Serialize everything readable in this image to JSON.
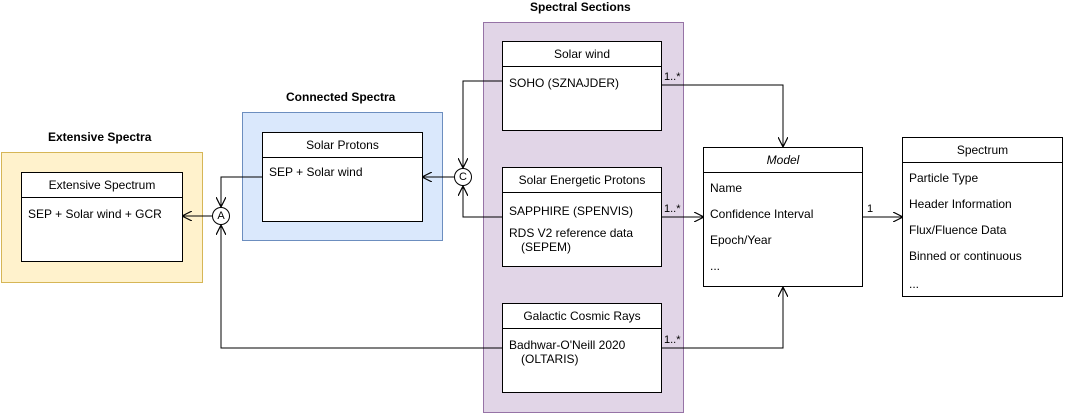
{
  "groups": {
    "extensive": {
      "title": "Extensive Spectra"
    },
    "connected": {
      "title": "Connected Spectra"
    },
    "sections": {
      "title": "Spectral Sections"
    }
  },
  "classes": {
    "extensive_spectrum": {
      "header": "Extensive Spectrum",
      "rows": [
        "SEP + Solar wind + GCR"
      ]
    },
    "solar_protons": {
      "header": "Solar Protons",
      "rows": [
        "SEP + Solar wind"
      ]
    },
    "solar_wind": {
      "header": "Solar wind",
      "rows": [
        "SOHO (SZNAJDER)"
      ]
    },
    "sep": {
      "header": "Solar Energetic Protons",
      "rows": [
        "SAPPHIRE (SPENVIS)",
        "RDS V2 reference data",
        "(SEPEM)"
      ]
    },
    "gcr": {
      "header": "Galactic Cosmic Rays",
      "rows": [
        "Badhwar-O'Neill 2020",
        "(OLTARIS)"
      ]
    },
    "model": {
      "header": "Model",
      "rows": [
        "Name",
        "Confidence Interval",
        "Epoch/Year",
        "..."
      ]
    },
    "spectrum": {
      "header": "Spectrum",
      "rows": [
        "Particle Type",
        "Header Information",
        "Flux/Fluence Data",
        "Binned or continuous",
        "..."
      ]
    }
  },
  "connectors": {
    "a": "A",
    "c": "C"
  },
  "multiplicities": {
    "solar_wind": "1..*",
    "sep": "1..*",
    "gcr": "1..*",
    "model_spectrum": "1"
  }
}
